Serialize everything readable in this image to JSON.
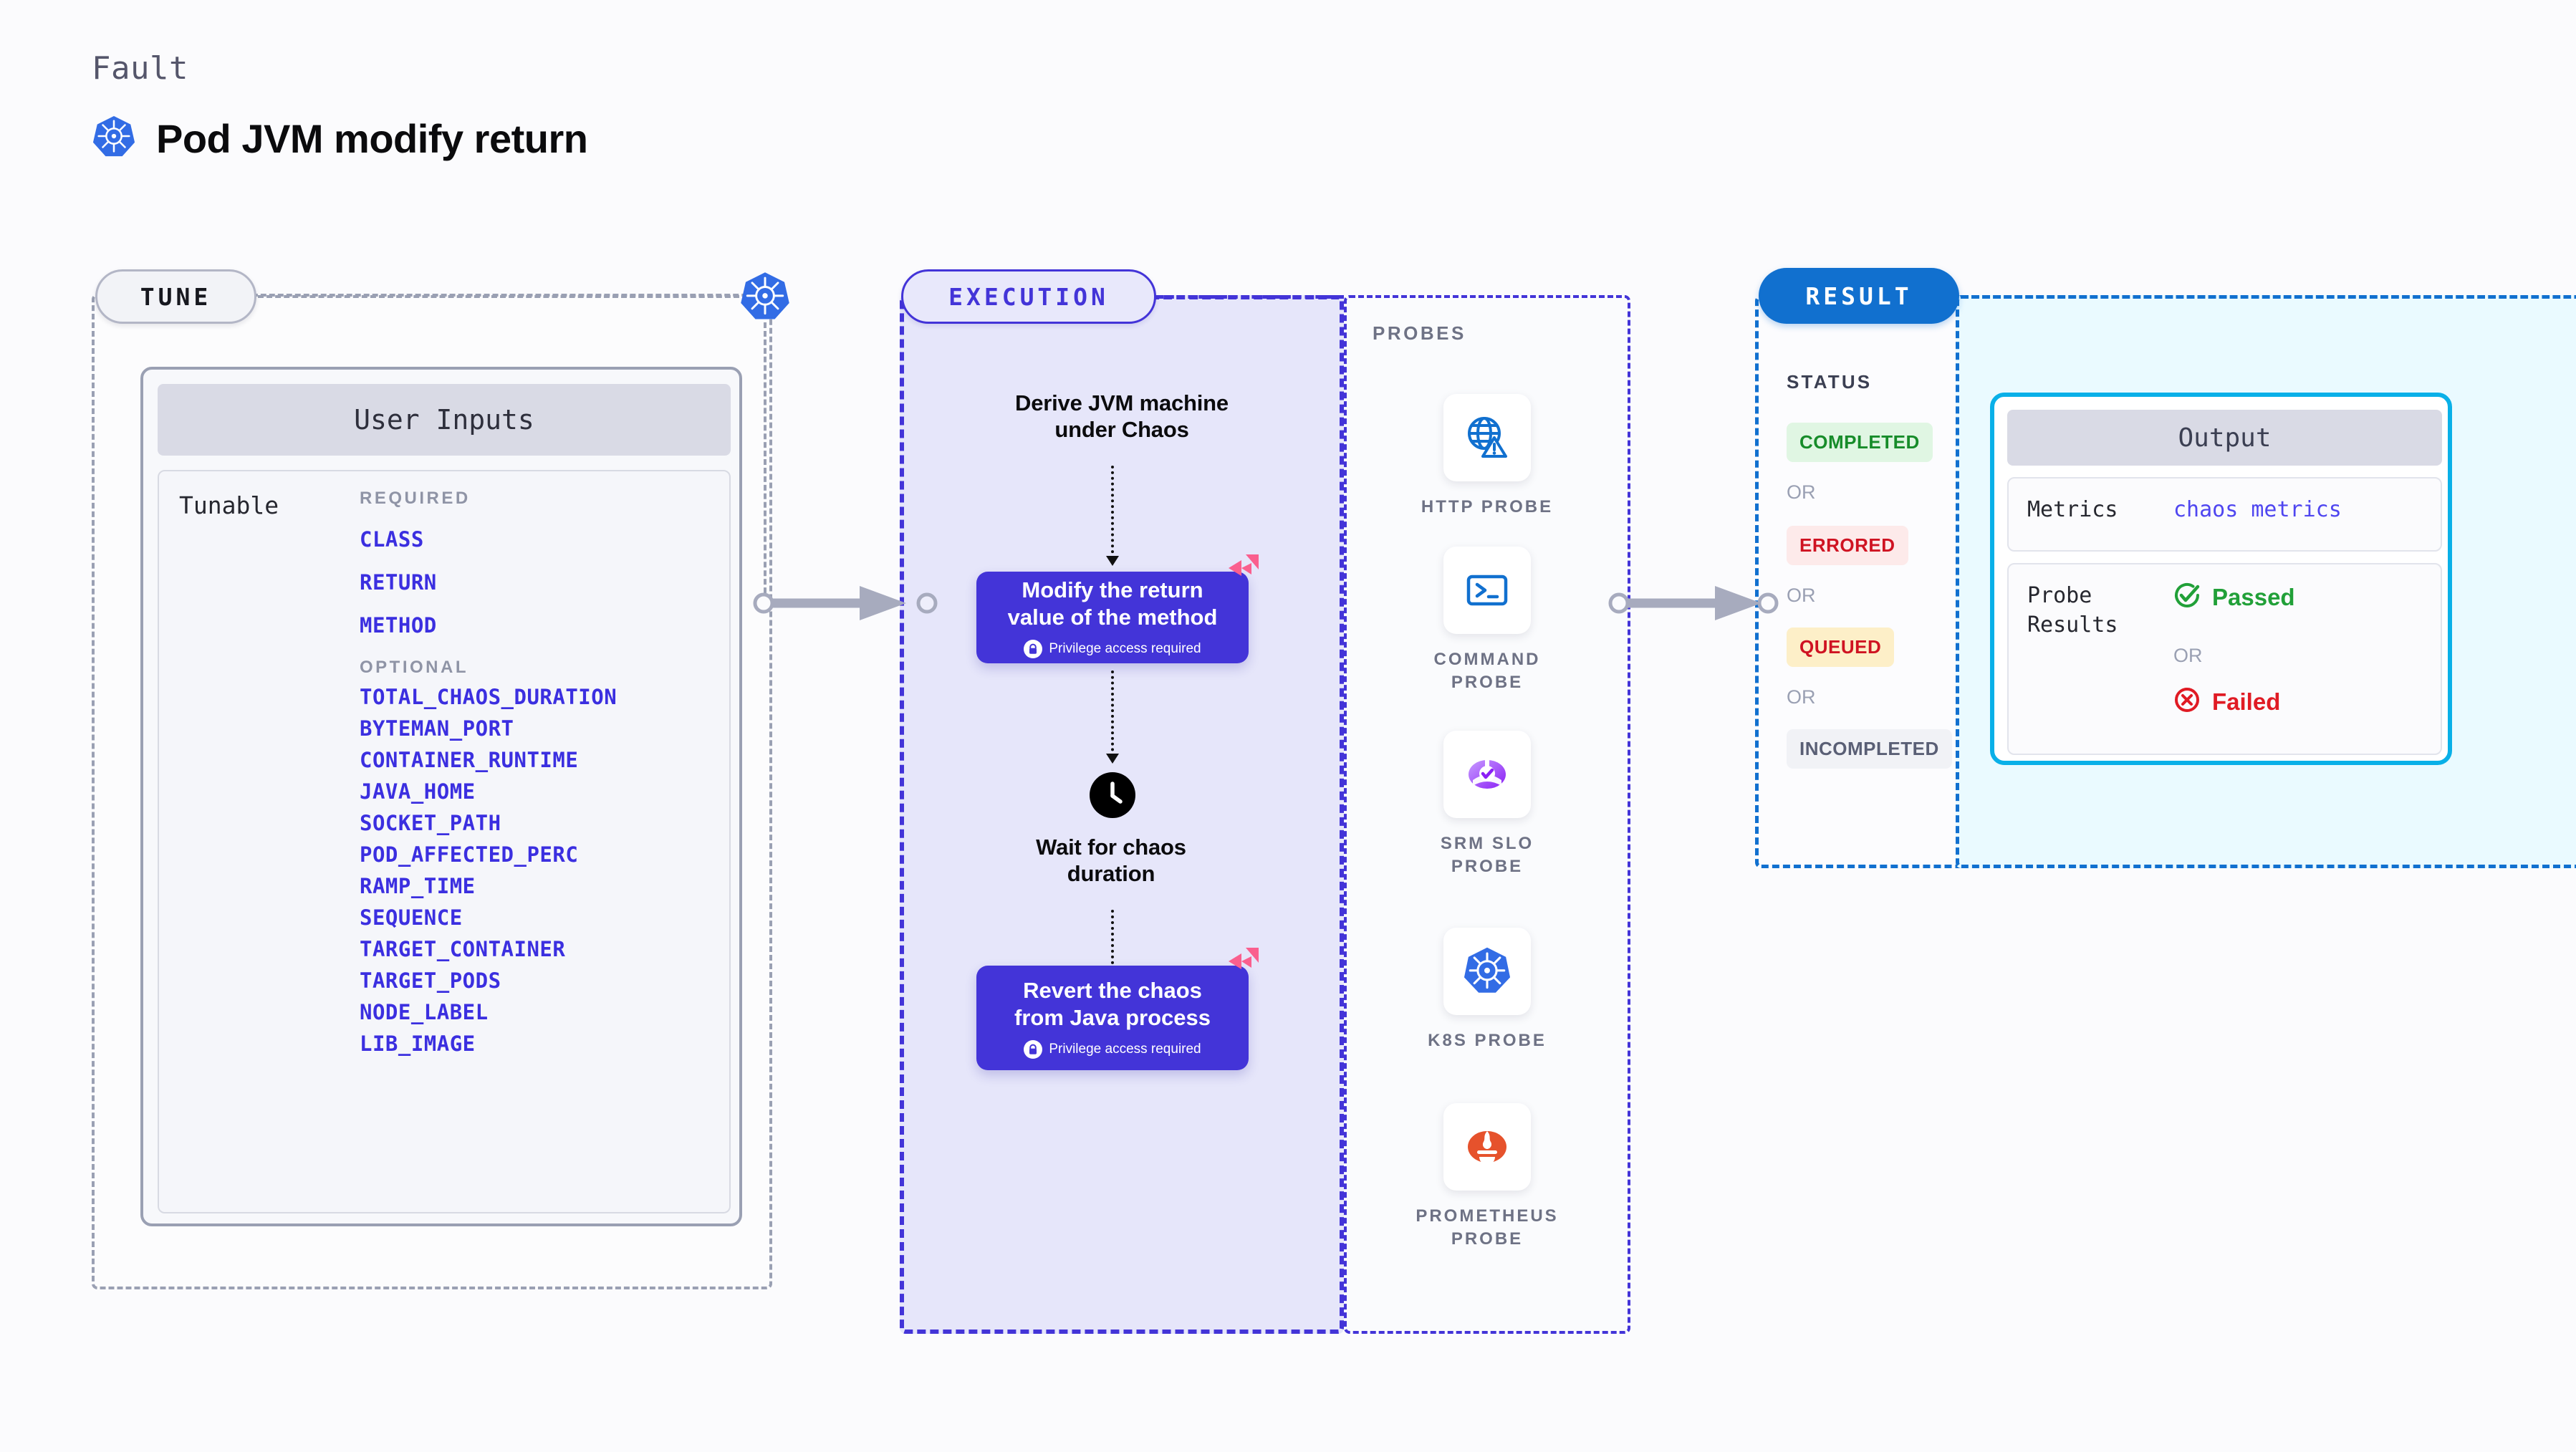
{
  "header": {
    "kicker": "Fault",
    "title": "Pod JVM modify return",
    "icon": "kubernetes-icon"
  },
  "tune": {
    "pill_label": "TUNE",
    "badge_icon": "kubernetes-icon",
    "user_inputs_title": "User Inputs",
    "tunable_label": "Tunable",
    "required_label": "REQUIRED",
    "optional_label": "OPTIONAL",
    "required": [
      "CLASS",
      "RETURN",
      "METHOD"
    ],
    "optional": [
      "TOTAL_CHAOS_DURATION",
      "BYTEMAN_PORT",
      "CONTAINER_RUNTIME",
      "JAVA_HOME",
      "SOCKET_PATH",
      "POD_AFFECTED_PERC",
      "RAMP_TIME",
      "SEQUENCE",
      "TARGET_CONTAINER",
      "TARGET_PODS",
      "NODE_LABEL",
      "LIB_IMAGE"
    ]
  },
  "execution": {
    "pill_label": "EXECUTION",
    "step1": "Derive JVM machine\nunder Chaos",
    "step1_line1": "Derive JVM machine",
    "step1_line2": "under Chaos",
    "box1_line1": "Modify the return",
    "box1_line2": "value of the method",
    "box1_privilege": "Privilege access required",
    "wait_line1": "Wait for chaos",
    "wait_line2": "duration",
    "wait_icon": "clock-icon",
    "box2_line1": "Revert the chaos",
    "box2_line2": "from Java process",
    "box2_privilege": "Privilege access required",
    "badge_icon": "harness-icon",
    "lock_icon": "lock-icon"
  },
  "probes": {
    "label": "PROBES",
    "items": [
      {
        "icon": "http-globe-warning-icon",
        "line1": "HTTP  PROBE",
        "line2": ""
      },
      {
        "icon": "command-terminal-icon",
        "line1": "COMMAND",
        "line2": "PROBE"
      },
      {
        "icon": "srm-slo-gauge-icon",
        "line1": "SRM  SLO",
        "line2": "PROBE"
      },
      {
        "icon": "kubernetes-icon",
        "line1": "K8S  PROBE",
        "line2": ""
      },
      {
        "icon": "prometheus-icon",
        "line1": "PROMETHEUS",
        "line2": "PROBE"
      }
    ]
  },
  "result": {
    "pill_label": "RESULT",
    "status_label": "STATUS",
    "or_label": "OR",
    "statuses": [
      {
        "label": "COMPLETED",
        "text_color": "#178c2a",
        "bg_color": "#e0f6e3"
      },
      {
        "label": "ERRORED",
        "text_color": "#cf1322",
        "bg_color": "#fdeaea"
      },
      {
        "label": "QUEUED",
        "text_color": "#cf1322",
        "bg_color": "#fdefc8"
      },
      {
        "label": "INCOMPLETED",
        "text_color": "#5a5f75",
        "bg_color": "#f1f2f6"
      }
    ]
  },
  "output": {
    "title": "Output",
    "metrics_key": "Metrics",
    "metrics_value": "chaos metrics",
    "probe_results_key_line1": "Probe",
    "probe_results_key_line2": "Results",
    "passed_label": "Passed",
    "failed_label": "Failed",
    "or_label": "OR",
    "passed_icon": "check-circle-icon",
    "failed_icon": "x-circle-icon"
  },
  "colors": {
    "accent_indigo": "#4334d8",
    "accent_blue": "#1170cf",
    "accent_cyan": "#09b0e8",
    "param_blue": "#3b2fe0",
    "harness_pink": "#fa5f8e",
    "success_green": "#178c2a",
    "error_red": "#cf1322"
  }
}
